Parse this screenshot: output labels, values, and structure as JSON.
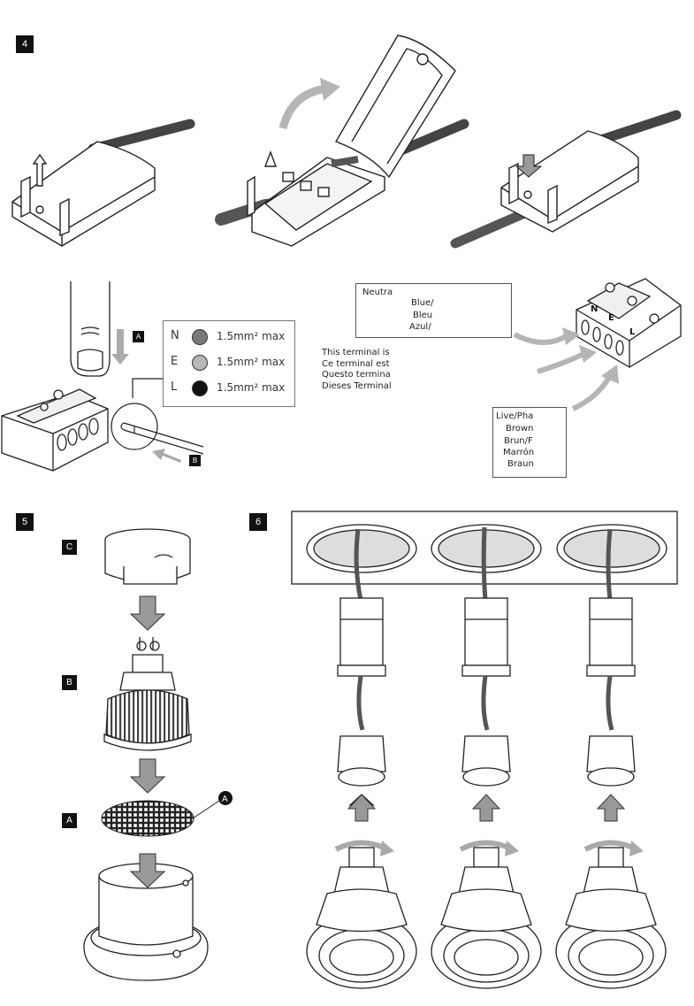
{
  "steps": {
    "step4": "4",
    "step5": "5",
    "step6": "6"
  },
  "callouts": {
    "a_finger": "A",
    "b_wire": "B",
    "c_clip": "C",
    "b_lamp": "B",
    "a_honeycomb": "A",
    "a_circle": "A"
  },
  "wire_specs": [
    {
      "letter": "N",
      "text": "1.5mm² max",
      "color": "#7a7a7a"
    },
    {
      "letter": "E",
      "text": "1.5mm² max",
      "color": "#b8b8b8"
    },
    {
      "letter": "L",
      "text": "1.5mm² max",
      "color": "#111111"
    }
  ],
  "neutral_box": {
    "lines": [
      "Neutra",
      "Blue/",
      "Bleu",
      "Azul/"
    ]
  },
  "terminal_note": {
    "lines": [
      "This terminal is f",
      "Ce terminal est",
      "Questo termina",
      "Dieses Terminal"
    ]
  },
  "live_box": {
    "lines": [
      "Live/Pha",
      "Brown",
      "Brun/F",
      "Marrón",
      "Braun"
    ]
  },
  "terminal_labels": [
    "N",
    "E",
    "L"
  ],
  "colors": {
    "ink": "#1a1a1a",
    "arrow_gray": "#b5b5b5",
    "cable": "#555555",
    "badge": "#111111"
  }
}
